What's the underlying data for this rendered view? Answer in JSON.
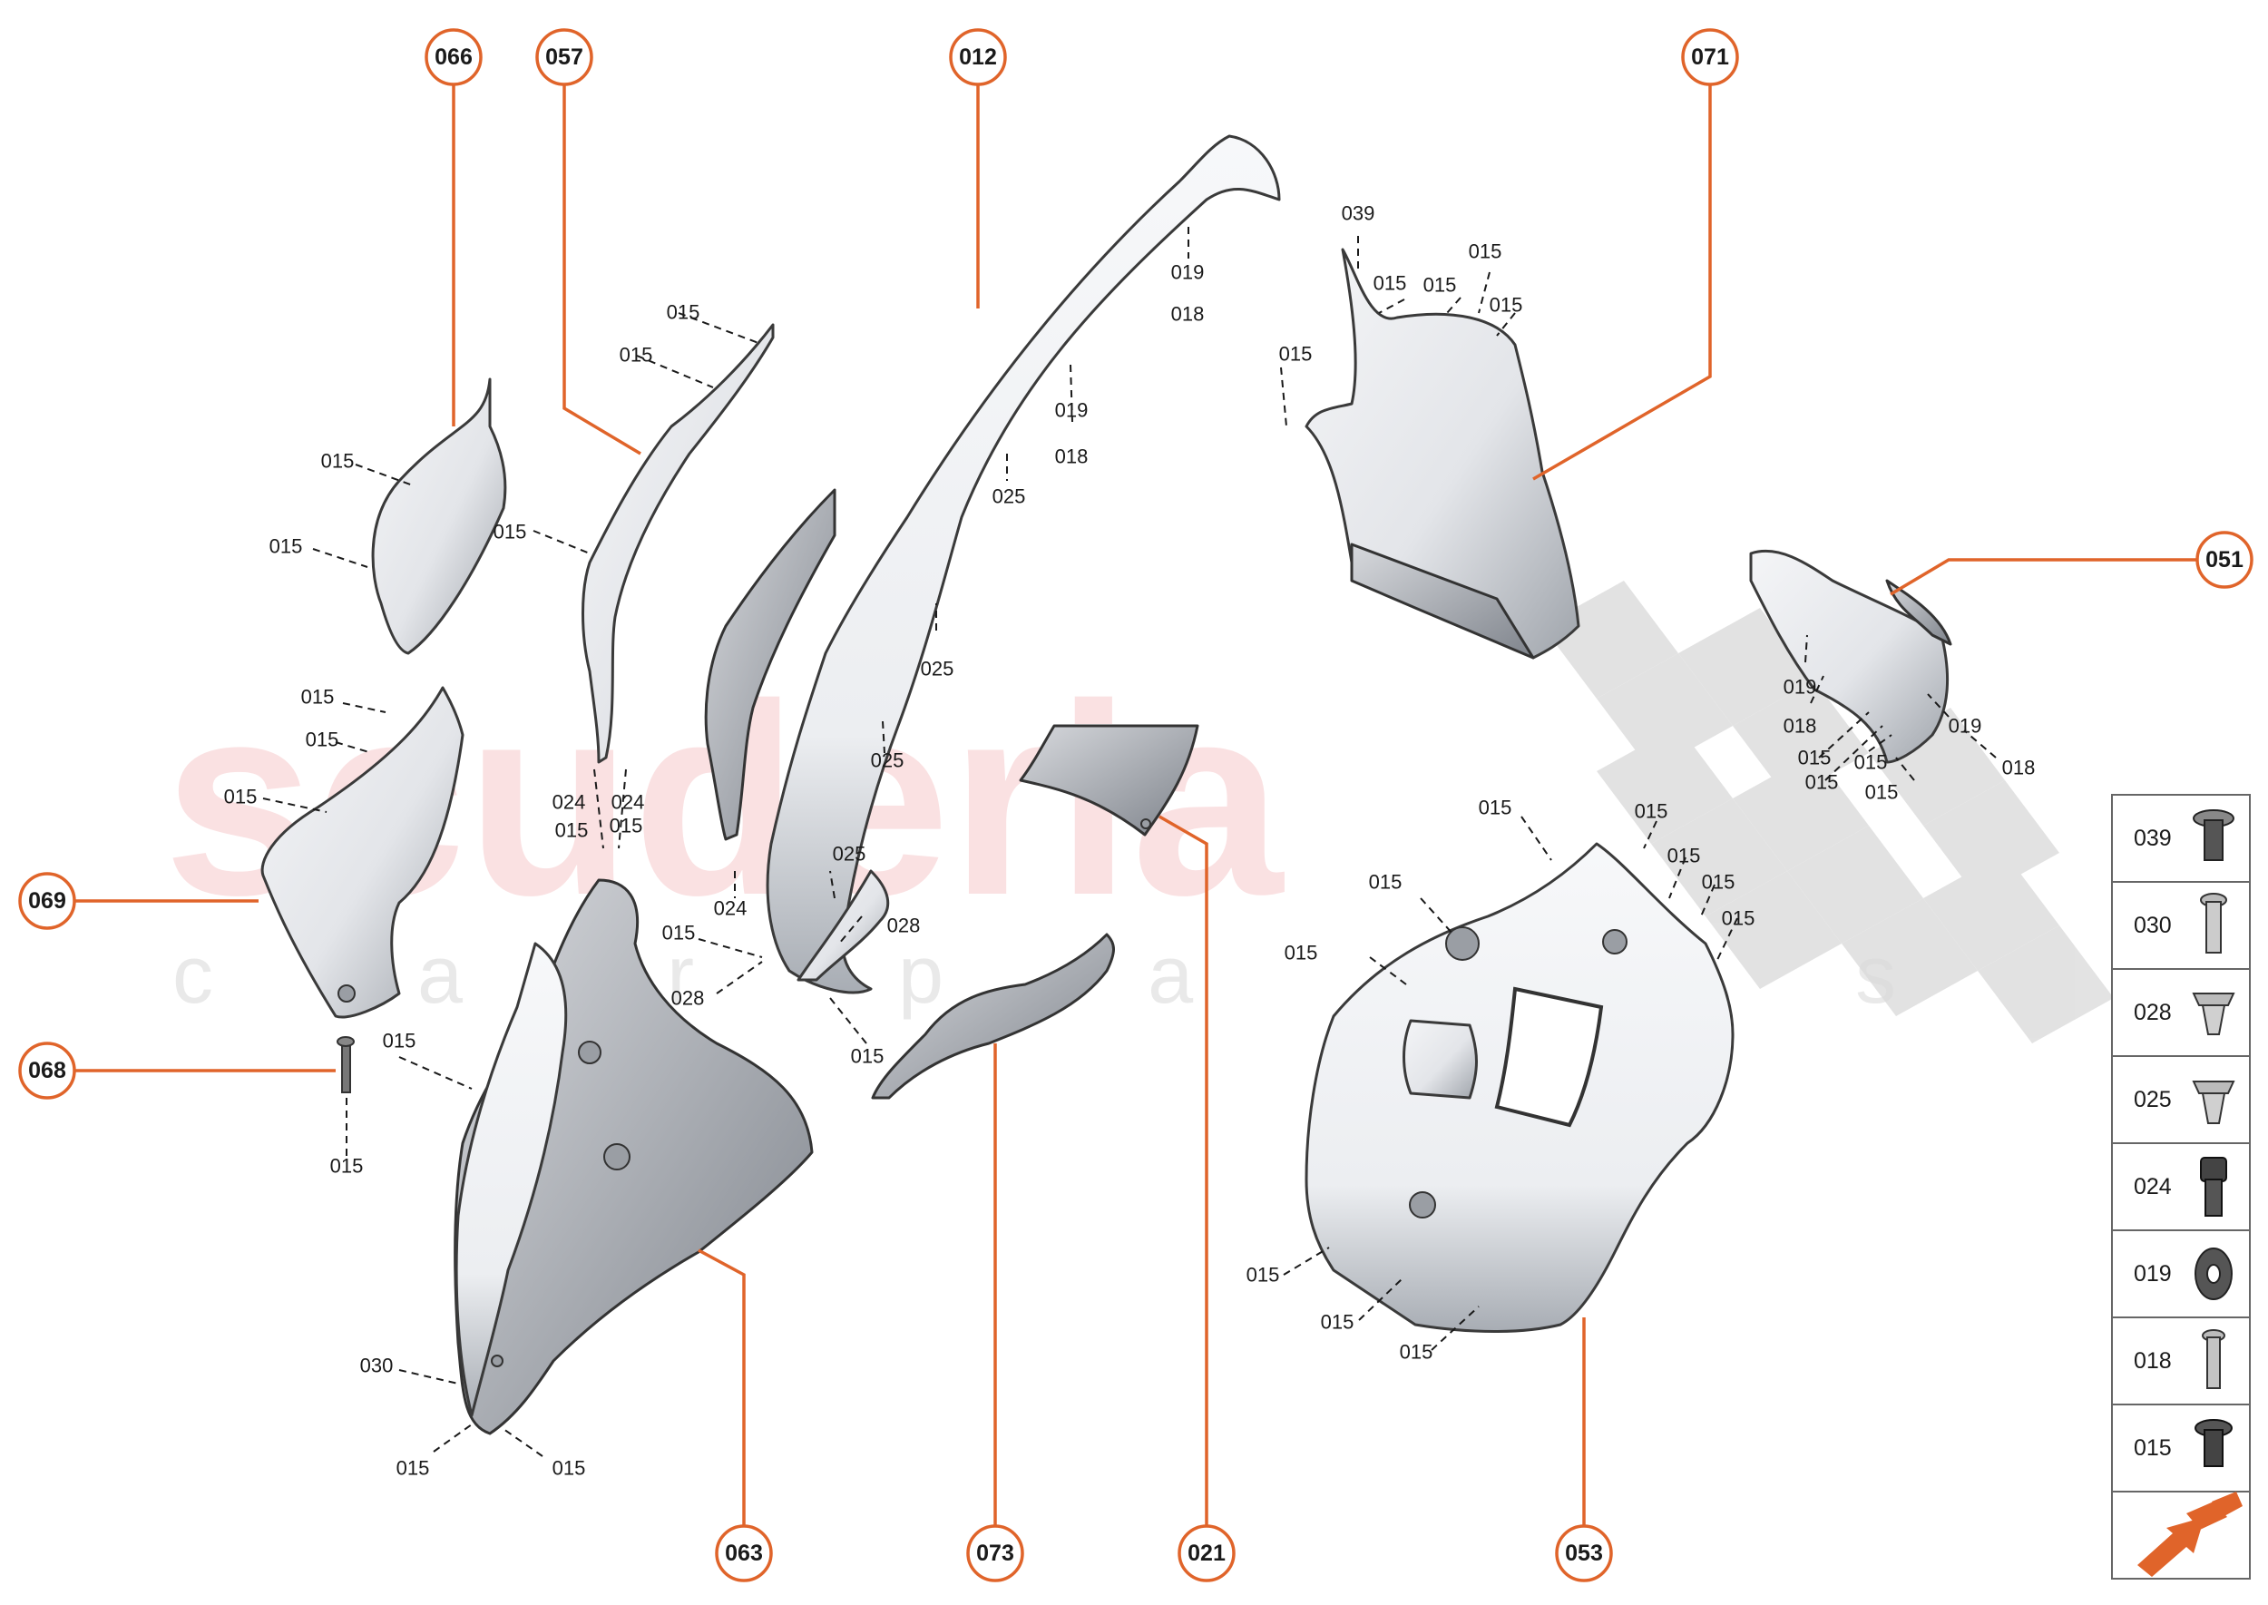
{
  "watermark": {
    "brand": "scuderia",
    "sub": "c a r p a r t s"
  },
  "callouts": [
    {
      "id": "066",
      "name": "callout-066"
    },
    {
      "id": "057",
      "name": "callout-057"
    },
    {
      "id": "012",
      "name": "callout-012"
    },
    {
      "id": "071",
      "name": "callout-071"
    },
    {
      "id": "051",
      "name": "callout-051"
    },
    {
      "id": "069",
      "name": "callout-069"
    },
    {
      "id": "068",
      "name": "callout-068"
    },
    {
      "id": "063",
      "name": "callout-063"
    },
    {
      "id": "073",
      "name": "callout-073"
    },
    {
      "id": "021",
      "name": "callout-021"
    },
    {
      "id": "053",
      "name": "callout-053"
    }
  ],
  "labels": {
    "l015": "015",
    "l018": "018",
    "l019": "019",
    "l024": "024",
    "l025": "025",
    "l028": "028",
    "l030": "030",
    "l039": "039"
  },
  "legend": {
    "items": [
      {
        "code": "039",
        "icon": "screw-wide-head-icon"
      },
      {
        "code": "030",
        "icon": "screw-long-icon"
      },
      {
        "code": "028",
        "icon": "clip-nut-icon"
      },
      {
        "code": "025",
        "icon": "clip-nut-icon"
      },
      {
        "code": "024",
        "icon": "socket-bolt-icon"
      },
      {
        "code": "019",
        "icon": "washer-icon"
      },
      {
        "code": "018",
        "icon": "bolt-icon"
      },
      {
        "code": "015",
        "icon": "screw-flange-icon"
      }
    ],
    "nav_icon": "arrow-icon"
  },
  "colors": {
    "accent": "#e0642a",
    "part": "#e6e7ea",
    "shadow": "#8e9299"
  }
}
